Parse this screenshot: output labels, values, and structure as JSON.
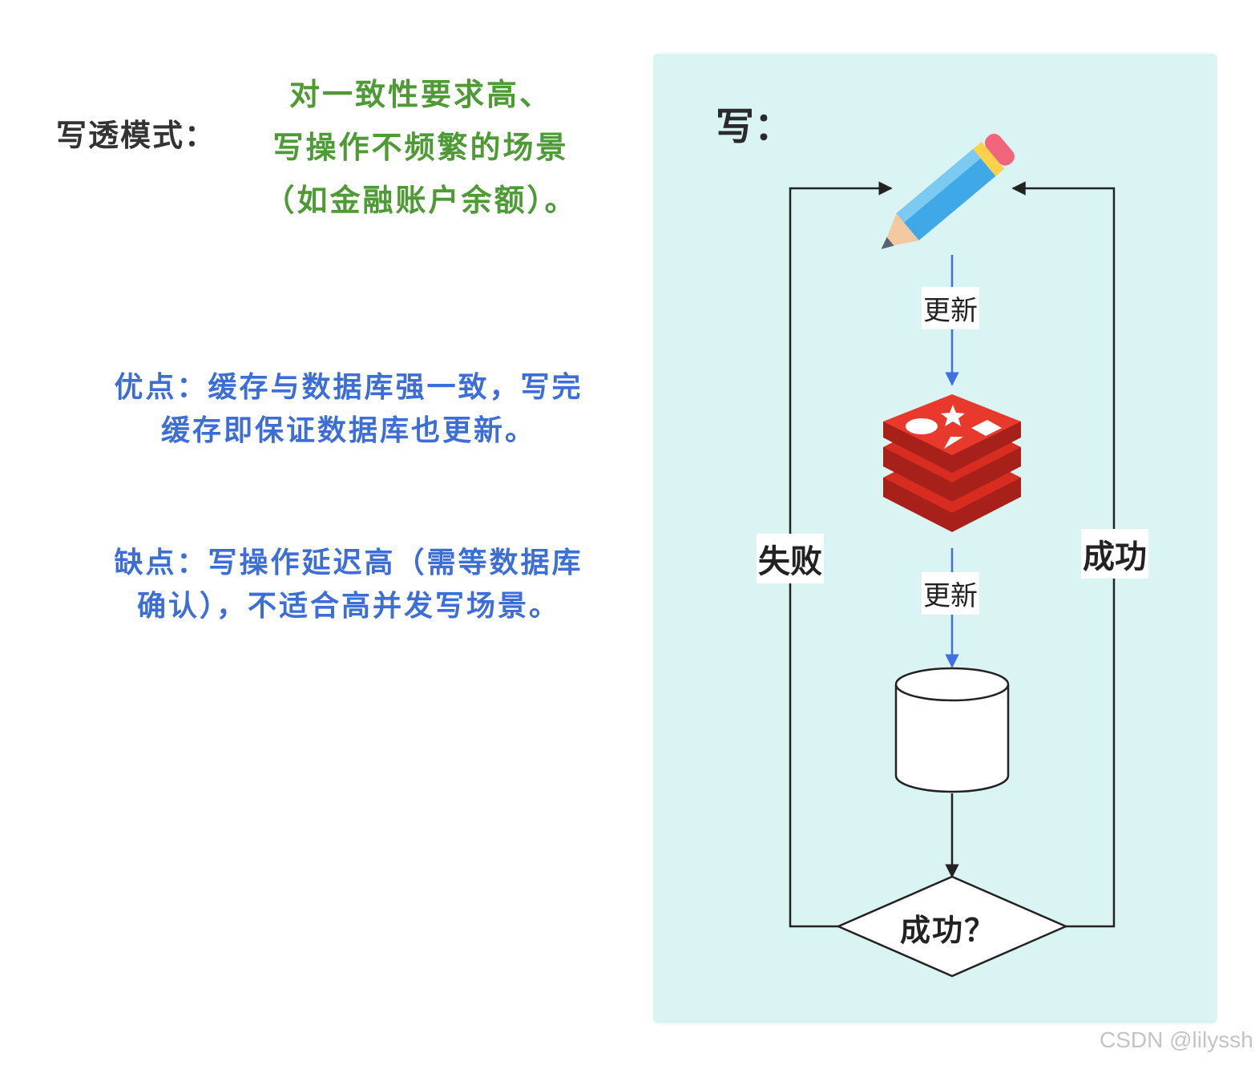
{
  "mode": {
    "label": "写透模式：",
    "scenario_lines": [
      "对一致性要求高、",
      "写操作不频繁的场景",
      "（如金融账户余额）。"
    ]
  },
  "pros": {
    "lines": [
      "优点：缓存与数据库强一致，写完",
      "缓存即保证数据库也更新。"
    ]
  },
  "cons": {
    "lines": [
      "缺点：写操作延迟高（需等数据库",
      "确认），不适合高并发写场景。"
    ]
  },
  "diagram": {
    "title": "写：",
    "update_label_1": "更新",
    "update_label_2": "更新",
    "fail_label": "失败",
    "success_label": "成功",
    "decision_label": "成功？",
    "icons": {
      "writer": "pencil-icon",
      "cache": "redis-icon",
      "store": "database-cylinder-icon"
    }
  },
  "colors": {
    "panel_bg": "#daf3f3",
    "scenario_text": "#4e9a34",
    "pros_cons_text": "#3d6ed8",
    "update_arrow": "#3f6fe0",
    "redis_red": "#d82c20"
  },
  "watermark": "CSDN @lilyssh"
}
